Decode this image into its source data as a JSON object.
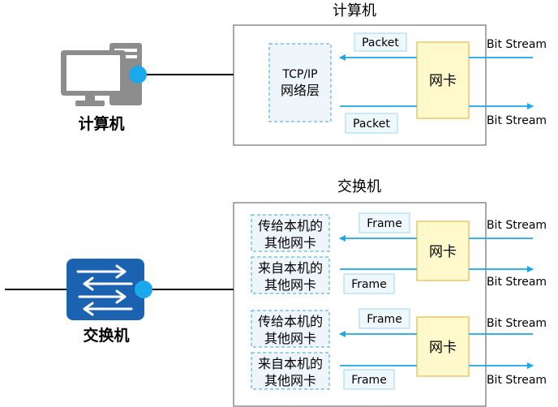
{
  "computer": {
    "box_title": "计算机",
    "device_label": "计算机",
    "stack_line1": "TCP/IP",
    "stack_line2": "网络层",
    "nic": "网卡",
    "packet_in": "Packet",
    "packet_out": "Packet",
    "stream_in": "Bit Stream",
    "stream_out": "Bit Stream"
  },
  "switch": {
    "box_title": "交换机",
    "device_label": "交换机",
    "nics": [
      {
        "nic": "网卡",
        "to_other_line1": "传给本机的",
        "to_other_line2": "其他网卡",
        "from_other_line1": "来自本机的",
        "from_other_line2": "其他网卡",
        "frame_in": "Frame",
        "frame_out": "Frame",
        "stream_in": "Bit Stream",
        "stream_out": "Bit Stream"
      },
      {
        "nic": "网卡",
        "to_other_line1": "传给本机的",
        "to_other_line2": "其他网卡",
        "from_other_line1": "来自本机的",
        "from_other_line2": "其他网卡",
        "frame_in": "Frame",
        "frame_out": "Frame",
        "stream_in": "Bit Stream",
        "stream_out": "Bit Stream"
      }
    ]
  },
  "colors": {
    "arrow": "#1aa7e8",
    "nic_fill": "#fff9cc",
    "nic_border": "#e8c86a",
    "dashed_fill": "#eef6fc",
    "dashed_border": "#3ba3dd",
    "label_border": "#9fd6ee",
    "switch_blue": "#1b63b0",
    "port_dot": "#1ba8ec",
    "pc_gray": "#8d8d8d"
  }
}
